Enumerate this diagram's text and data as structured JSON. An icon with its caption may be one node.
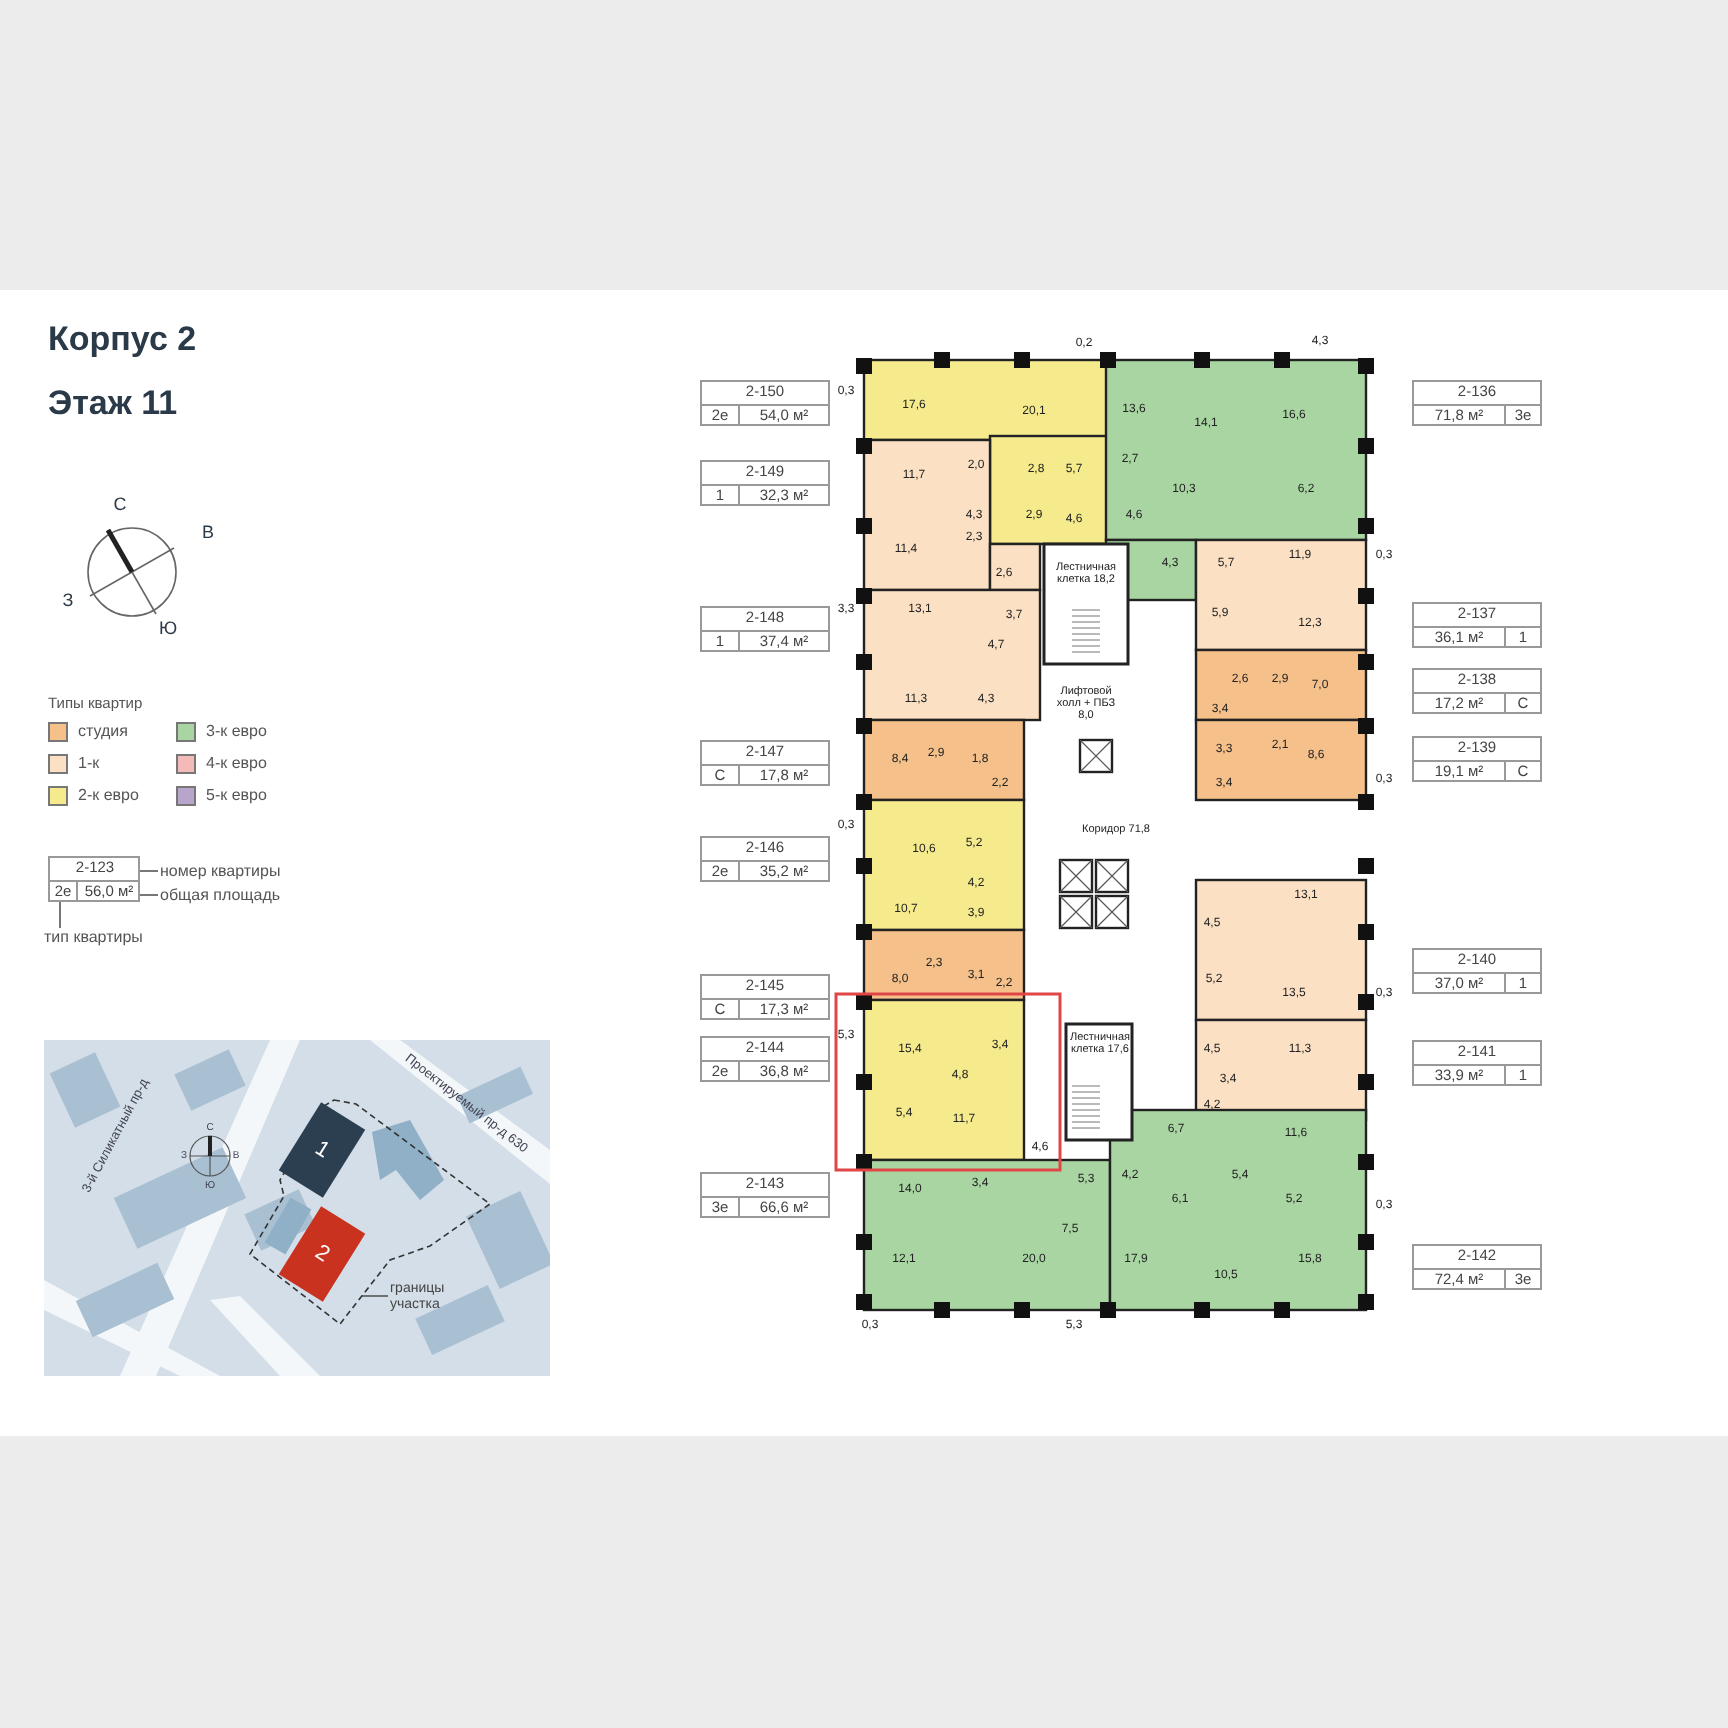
{
  "diagram": {
    "title": "Корпус 2",
    "nodes": [
      {
        "text": [
          "2-123",
          "2е",
          "56,0 м²"
        ]
      },
      {
        "text": [
          "номер квартиры"
        ]
      },
      {
        "text": [
          "общая площадь"
        ]
      },
      {
        "text": [
          "тип квартиры"
        ]
      },
      {
        "text": [
          "2-150",
          "2е",
          "54,0 м²"
        ]
      },
      {
        "text": [
          "2-149",
          "1",
          "32,3 м²"
        ]
      },
      {
        "text": [
          "2-148",
          "1",
          "37,4 м²"
        ]
      },
      {
        "text": [
          "2-147",
          "С",
          "17,8 м²"
        ]
      },
      {
        "text": [
          "2-146",
          "2е",
          "35,2 м²"
        ]
      },
      {
        "text": [
          "2-145",
          "С",
          "17,3 м²"
        ]
      },
      {
        "text": [
          "2-144",
          "2е",
          "36,8 м²"
        ]
      },
      {
        "text": [
          "2-143",
          "3е",
          "66,6 м²"
        ]
      },
      {
        "text": [
          "2-136",
          "71,8 м²",
          "3е"
        ]
      },
      {
        "text": [
          "2-137",
          "36,1 м²",
          "1"
        ]
      },
      {
        "text": [
          "2-138",
          "17,2 м²",
          "С"
        ]
      },
      {
        "text": [
          "2-139",
          "19,1 м²",
          "С"
        ]
      },
      {
        "text": [
          "2-140",
          "37,0 м²",
          "1"
        ]
      },
      {
        "text": [
          "2-141",
          "33,9 м²",
          "1"
        ]
      },
      {
        "text": [
          "2-142",
          "72,4 м²",
          "3е"
        ]
      },
      {
        "text": [],
        "shape": "polygon"
      },
      {
        "text": [
          "1"
        ],
        "in": 19
      },
      {
        "text": [
          "2"
        ],
        "in": 19
      },
      {
        "text": [
          "границы участка"
        ]
      }
    ],
    "edges": [
      {
        "from": 1,
        "to": 0,
        "arrow": "none"
      },
      {
        "from": 2,
        "to": 0,
        "arrow": "none"
      },
      {
        "from": 3,
        "to": 0,
        "arrow": "none"
      },
      {
        "from": 22,
        "to": 19,
        "arrow": "none"
      }
    ],
    "labels": [
      "Этаж 11",
      "С",
      "В",
      "З",
      "Ю",
      "Типы квартир",
      "0,3",
      "17,6",
      "20,1",
      "0,2",
      "11,7",
      "2,0",
      "2,8",
      "5,7",
      "4,3",
      "2,9",
      "4,6",
      "2,3",
      "11,4",
      "2,6",
      "3,3",
      "13,1",
      "3,7",
      "4,7",
      "11,3",
      "4,3",
      "8,4",
      "2,9",
      "1,8",
      "2,2",
      "4,3",
      "13,6",
      "14,1",
      "16,6",
      "2,7",
      "10,3",
      "6,2",
      "4,6",
      "4,3",
      "Лестничная клетка 18,2",
      "5,7",
      "11,9",
      "0,3",
      "5,9",
      "12,3",
      "Лифтовой холл + ПБЗ 8,0",
      "2,6",
      "2,9",
      "7,0",
      "3,4",
      "3,3",
      "2,1",
      "8,6",
      "3,4",
      "0,3",
      "Коридор 71,8",
      "0,3",
      "10,6",
      "5,2",
      "4,2",
      "10,7",
      "3,9",
      "13,1",
      "4,5",
      "5,2",
      "13,5",
      "0,3",
      "8,0",
      "2,3",
      "3,1",
      "2,2",
      "5,3",
      "15,4",
      "3,4",
      "4,8",
      "5,4",
      "11,7",
      "4,6",
      "Лестничная клетка 17,6",
      "4,5",
      "11,3",
      "3,4",
      "4,2",
      "6,7",
      "11,6",
      "14,0",
      "3,4",
      "5,3",
      "4,2",
      "5,4",
      "6,1",
      "5,2",
      "0,3",
      "7,5",
      "12,1",
      "20,0",
      "17,9",
      "10,5",
      "15,8",
      "0,3",
      "5,3",
      "3-й Силикатный пр-д",
      "Проектируемый пр-д 630",
      "С",
      "З",
      "В",
      "Ю"
    ],
    "legend": [
      {
        "text": "студия",
        "color": "#f5c08a"
      },
      {
        "text": "1-к",
        "color": "#fbe0c3"
      },
      {
        "text": "2-к евро",
        "color": "#f5ea8c"
      },
      {
        "text": "3-к евро",
        "color": "#a8d5a2"
      },
      {
        "text": "4-к евро",
        "color": "#f4b9b9"
      },
      {
        "text": "5-к евро",
        "color": "#b9a5cc"
      }
    ]
  }
}
